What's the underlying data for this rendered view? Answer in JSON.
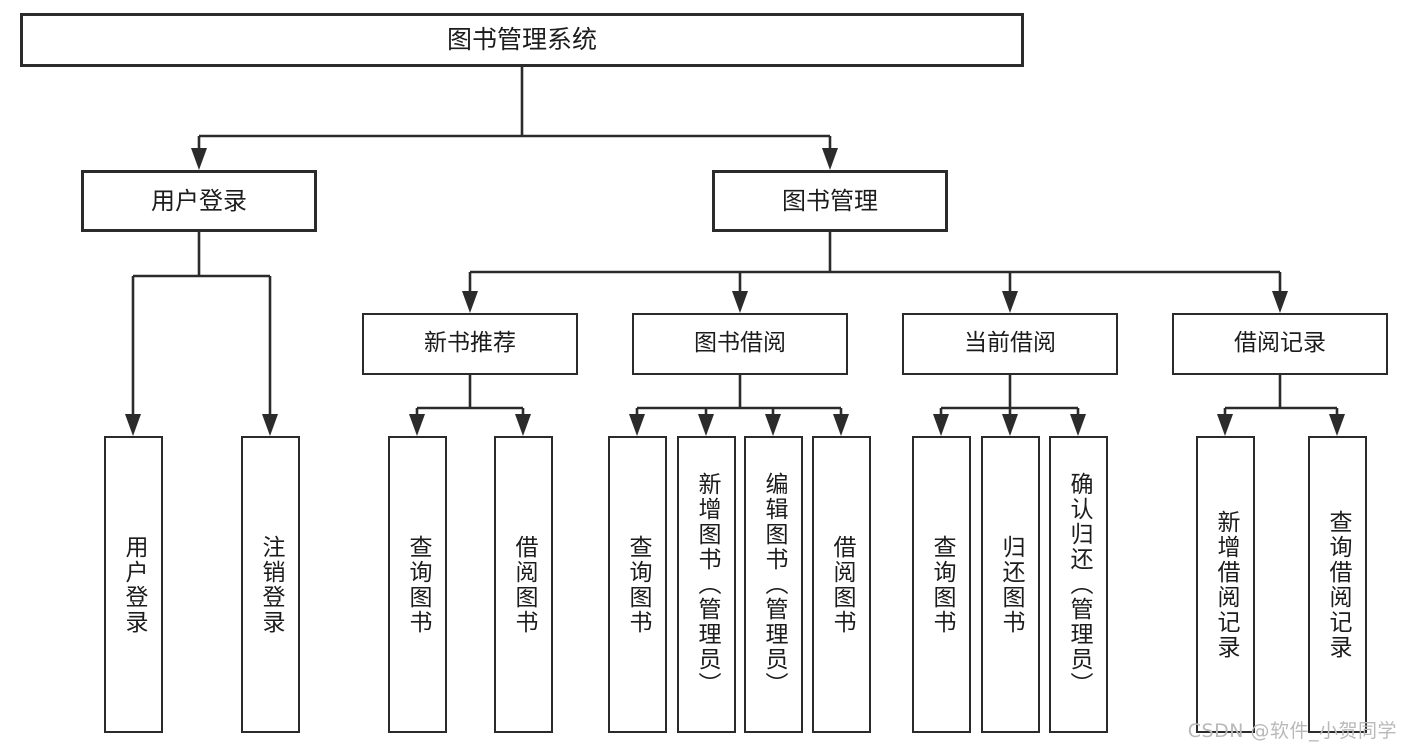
{
  "diagram": {
    "title": "图书管理系统",
    "type": "tree",
    "watermark": "CSDN @软件_小贺同学",
    "colors": {
      "stroke": "#2b2b2b",
      "box_fill": "#ffffff",
      "text": "#1c1c1c",
      "watermark": "#b9b9b9",
      "background": "#ffffff"
    },
    "root": {
      "label": "图书管理系统"
    },
    "level2": [
      {
        "label": "用户登录"
      },
      {
        "label": "图书管理"
      }
    ],
    "level3": [
      {
        "label": "新书推荐",
        "parent": "图书管理"
      },
      {
        "label": "图书借阅",
        "parent": "图书管理"
      },
      {
        "label": "当前借阅",
        "parent": "图书管理"
      },
      {
        "label": "借阅记录",
        "parent": "图书管理"
      }
    ],
    "leaves": {
      "user_login": [
        {
          "label": "用户登录"
        },
        {
          "label": "注销登录"
        }
      ],
      "new_book_rec": [
        {
          "label": "查询图书"
        },
        {
          "label": "借阅图书"
        }
      ],
      "book_borrow": [
        {
          "label": "查询图书"
        },
        {
          "label": "新增图书（管理员）"
        },
        {
          "label": "编辑图书（管理员）"
        },
        {
          "label": "借阅图书"
        }
      ],
      "current_borrow": [
        {
          "label": "查询图书"
        },
        {
          "label": "归还图书"
        },
        {
          "label": "确认归还（管理员）"
        }
      ],
      "borrow_record": [
        {
          "label": "新增借阅记录"
        },
        {
          "label": "查询借阅记录"
        }
      ]
    }
  }
}
